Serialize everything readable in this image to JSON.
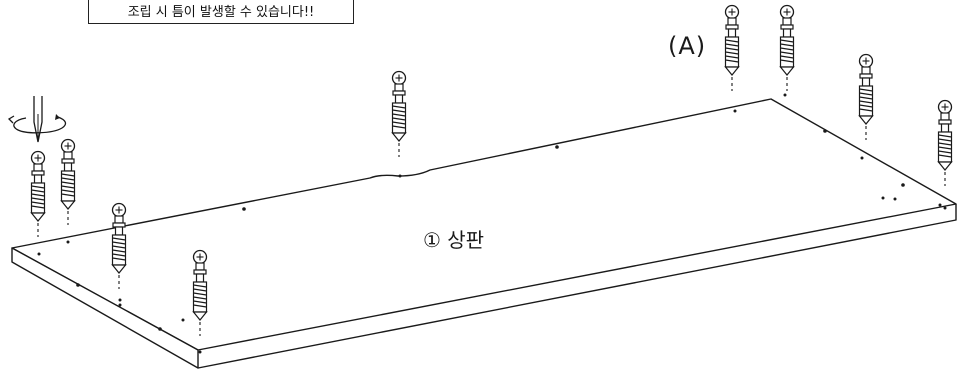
{
  "warning": {
    "text": "조립 시 틈이 발생할 수 있습니다!!"
  },
  "part": {
    "label": "(A)"
  },
  "panel": {
    "label": "① 상판"
  },
  "colors": {
    "line": "#1a1a1a",
    "background": "#ffffff"
  },
  "icons": {
    "rotation": "rotate-arrow-icon",
    "tool": "screwdriver-icon",
    "screw": "cam-bolt-icon"
  }
}
